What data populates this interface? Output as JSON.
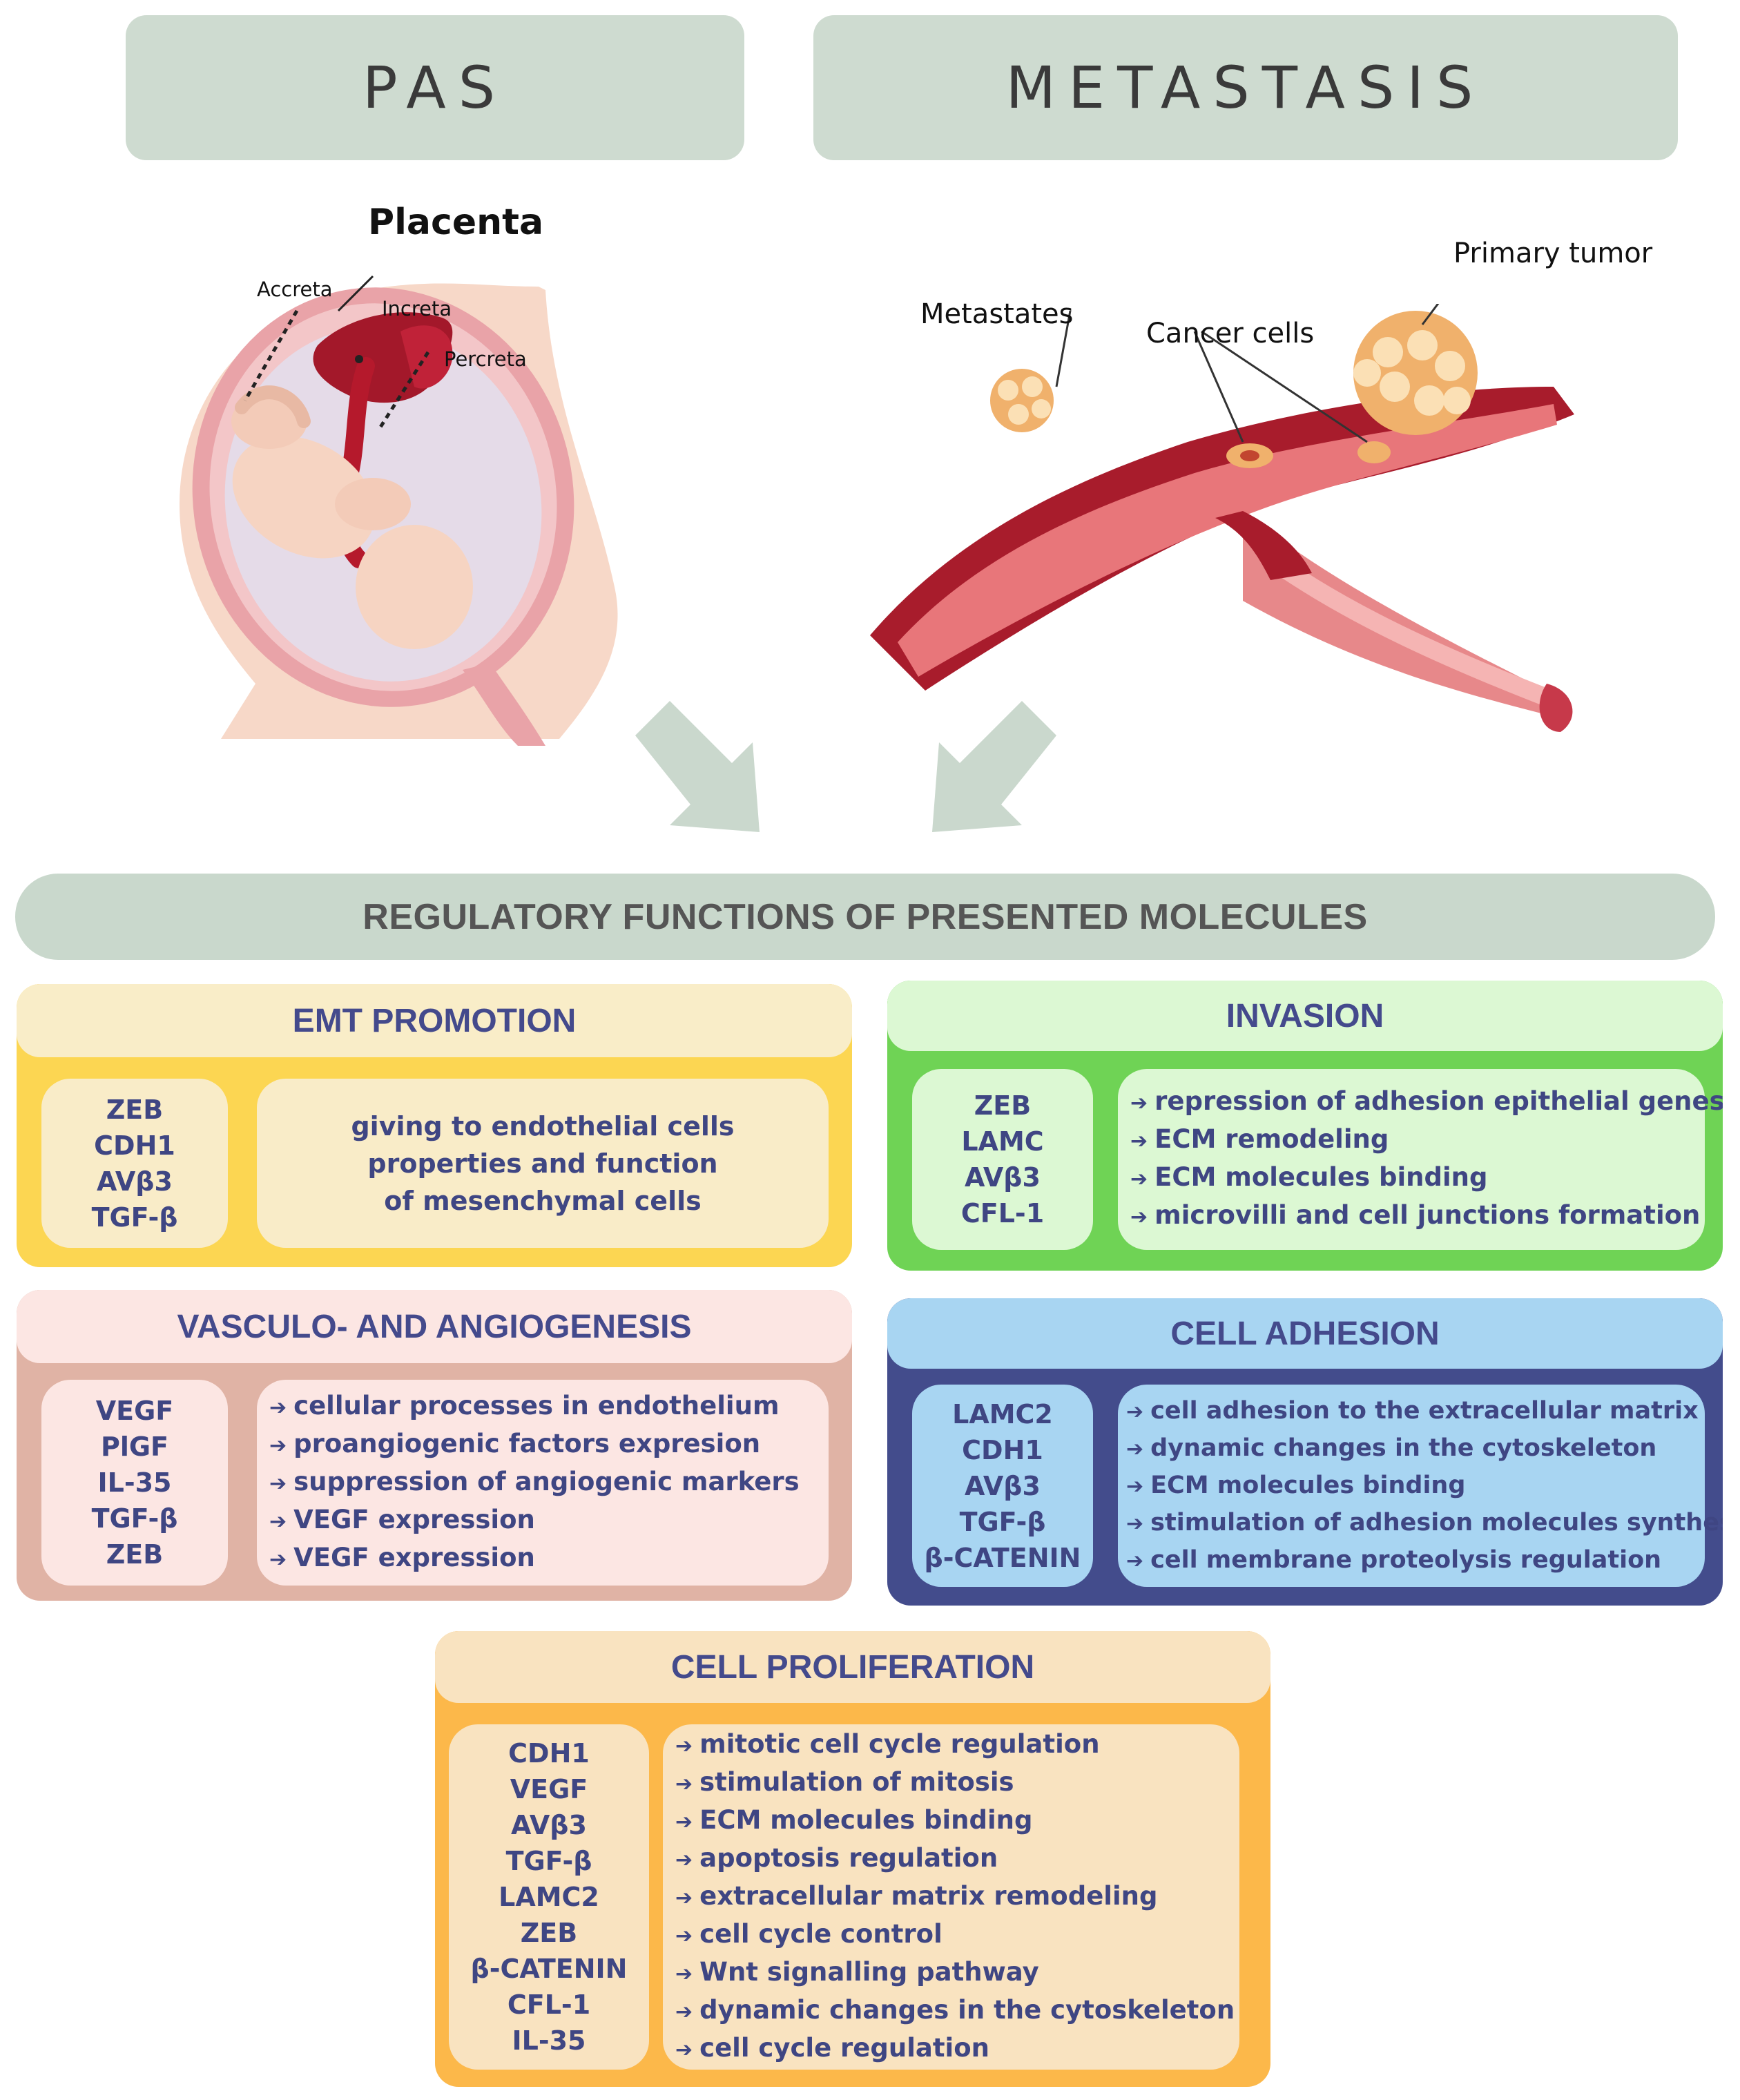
{
  "headers": {
    "pas": "PAS",
    "metastasis": "METASTASIS"
  },
  "pas_illustration": {
    "title": "Placenta",
    "labels": {
      "accreta": "Accreta",
      "increta": "Increta",
      "percreta": "Percreta"
    }
  },
  "metastasis_illustration": {
    "labels": {
      "primary_tumor": "Primary tumor",
      "metastates": "Metastates",
      "cancer_cells": "Cancer cells"
    }
  },
  "banner": "REGULATORY FUNCTIONS OF PRESENTED MOLECULES",
  "categories": {
    "emt": {
      "title": "EMT PROMOTION",
      "molecules": [
        "ZEB",
        "CDH1",
        "AVβ3",
        "TGF-β"
      ],
      "description": [
        "giving to endothelial cells",
        "properties and function",
        "of mesenchymal cells"
      ]
    },
    "invasion": {
      "title": "INVASION",
      "molecules": [
        "ZEB",
        "LAMC",
        "AVβ3",
        "CFL-1"
      ],
      "functions": [
        "repression of adhesion epithelial genes",
        "ECM remodeling",
        "ECM molecules binding",
        "microvilli and cell junctions formation"
      ]
    },
    "vasculo": {
      "title": "VASCULO- AND ANGIOGENESIS",
      "molecules": [
        "VEGF",
        "PlGF",
        "IL-35",
        "TGF-β",
        "ZEB"
      ],
      "functions": [
        "cellular processes in endothelium",
        "proangiogenic factors expresion",
        "suppression of angiogenic markers",
        "VEGF expression",
        "VEGF expression"
      ]
    },
    "adhesion": {
      "title": "CELL ADHESION",
      "molecules": [
        "LAMC2",
        "CDH1",
        "AVβ3",
        "TGF-β",
        "β-CATENIN"
      ],
      "functions": [
        "cell adhesion to the extracellular matrix",
        "dynamic changes in the cytoskeleton",
        "ECM molecules binding",
        "stimulation of adhesion molecules synthesis",
        "cell membrane proteolysis regulation"
      ]
    },
    "proliferation": {
      "title": "CELL PROLIFERATION",
      "molecules": [
        "CDH1",
        "VEGF",
        "AVβ3",
        "TGF-β",
        "LAMC2",
        "ZEB",
        "β-CATENIN",
        "CFL-1",
        "IL-35"
      ],
      "functions": [
        "mitotic cell cycle regulation",
        "stimulation of mitosis",
        "ECM molecules binding",
        "apoptosis regulation",
        "extracellular matrix remodeling",
        "cell cycle control",
        "Wnt signalling pathway",
        "dynamic changes in the cytoskeleton",
        "cell cycle regulation"
      ]
    }
  },
  "colors": {
    "header_bg": "#cedbd0",
    "banner_bg": "#c9d8cc",
    "emt_outer": "#fcd652",
    "emt_inner": "#f9ecc8",
    "invasion_outer": "#6fd355",
    "invasion_inner": "#dcf8d3",
    "vasculo_outer": "#e0b3a5",
    "vasculo_inner": "#fce6e3",
    "adhesion_outer": "#434c8c",
    "adhesion_inner": "#a8d5f2",
    "proliferation_outer": "#fcb84a",
    "proliferation_inner": "#f9e3c0",
    "text": "#3f4683"
  }
}
